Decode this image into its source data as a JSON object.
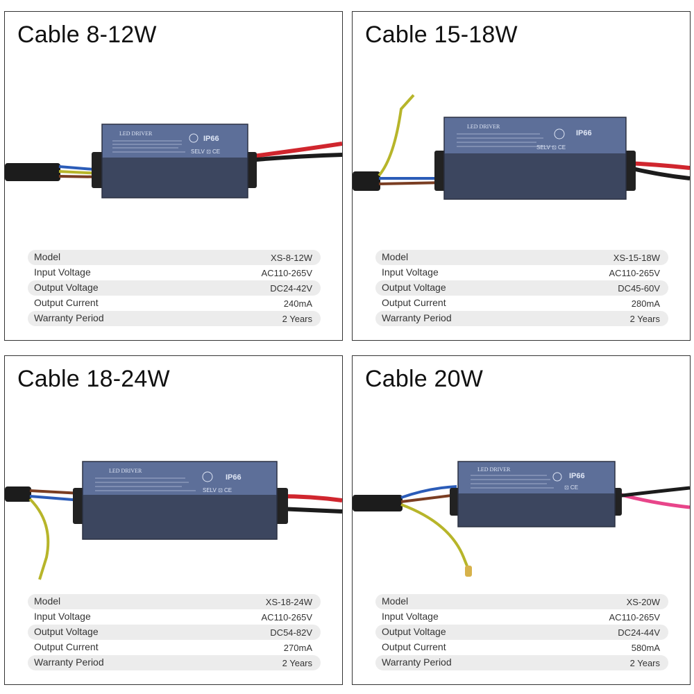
{
  "panels": [
    {
      "title": "Cable 8-12W",
      "label": {
        "brand": "LED DRIVER",
        "rating": "IP66",
        "marks": "SELV ⊡ CE"
      },
      "specs": [
        {
          "label": "Model",
          "value": "XS-8-12W"
        },
        {
          "label": "Input Voltage",
          "value": "AC110-265V"
        },
        {
          "label": "Output Voltage",
          "value": "DC24-42V"
        },
        {
          "label": "Output Current",
          "value": "240mA"
        },
        {
          "label": "Warranty Period",
          "value": "2 Years"
        }
      ]
    },
    {
      "title": "Cable 15-18W",
      "label": {
        "brand": "LED DRIVER",
        "rating": "IP66",
        "marks": "SELV ⊡ CE"
      },
      "specs": [
        {
          "label": "Model",
          "value": "XS-15-18W"
        },
        {
          "label": "Input Voltage",
          "value": "AC110-265V"
        },
        {
          "label": "Output Voltage",
          "value": "DC45-60V"
        },
        {
          "label": "Output Current",
          "value": "280mA"
        },
        {
          "label": "Warranty Period",
          "value": "2 Years"
        }
      ]
    },
    {
      "title": "Cable 18-24W",
      "label": {
        "brand": "LED DRIVER",
        "rating": "IP66",
        "marks": "SELV ⊡ CE"
      },
      "specs": [
        {
          "label": "Model",
          "value": "XS-18-24W"
        },
        {
          "label": "Input Voltage",
          "value": "AC110-265V"
        },
        {
          "label": "Output Voltage",
          "value": "DC54-82V"
        },
        {
          "label": "Output Current",
          "value": "270mA"
        },
        {
          "label": "Warranty Period",
          "value": "2 Years"
        }
      ]
    },
    {
      "title": "Cable 20W",
      "label": {
        "brand": "LED DRIVER",
        "rating": "IP66",
        "marks": "⊡ CE"
      },
      "specs": [
        {
          "label": "Model",
          "value": "XS-20W"
        },
        {
          "label": "Input Voltage",
          "value": "AC110-265V"
        },
        {
          "label": "Output Voltage",
          "value": "DC24-44V"
        },
        {
          "label": "Output Current",
          "value": "580mA"
        },
        {
          "label": "Warranty Period",
          "value": "2 Years"
        }
      ]
    }
  ],
  "colors": {
    "driver_body": "#5d6f99",
    "driver_dark": "#3c465f",
    "wire_red": "#d0262e",
    "wire_black": "#1c1c1c",
    "wire_blue": "#2b5cb8",
    "wire_brown": "#7a3d22",
    "wire_yellow_green": "#b7b52a",
    "wire_pink": "#e8458a",
    "row_shade": "#ececec"
  }
}
